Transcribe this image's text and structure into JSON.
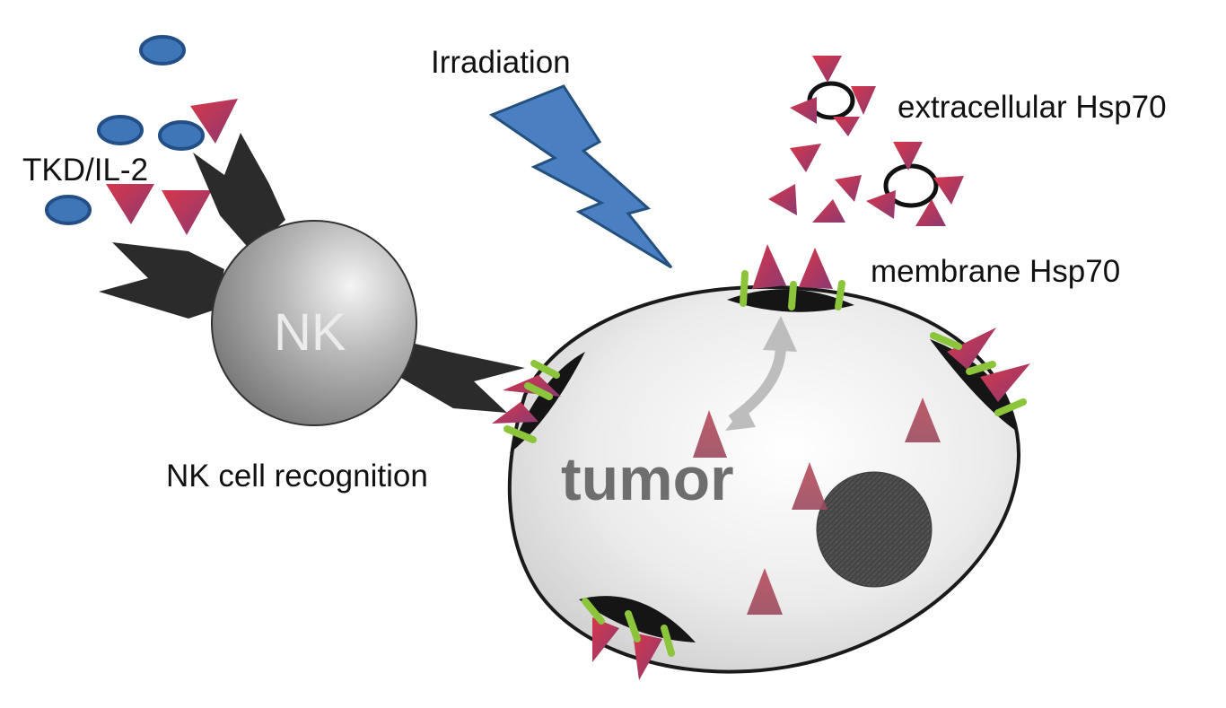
{
  "labels": {
    "tkd_il2": "TKD/IL-2",
    "irradiation": "Irradiation",
    "extracellular_hsp70": "extracellular Hsp70",
    "membrane_hsp70": "membrane Hsp70",
    "nk_cell_recognition": "NK cell recognition",
    "nk": "NK",
    "tumor": "tumor"
  },
  "colors": {
    "hsp70_triangle": "#c23a52",
    "hsp70_triangle_dark": "#8a3a6a",
    "tkd_oval": "#3f76b7",
    "tkd_oval_stroke": "#234f86",
    "lightning": "#4a80c2",
    "nk_cell": "#9a9a9a",
    "receptor": "#2b2b2b",
    "tumor_fill": "#e6e6e6",
    "membrane_patch": "#151515",
    "green_marker": "#8cc43c",
    "nucleus": "#4a4a4a",
    "arrow": "#bdbdbd"
  }
}
